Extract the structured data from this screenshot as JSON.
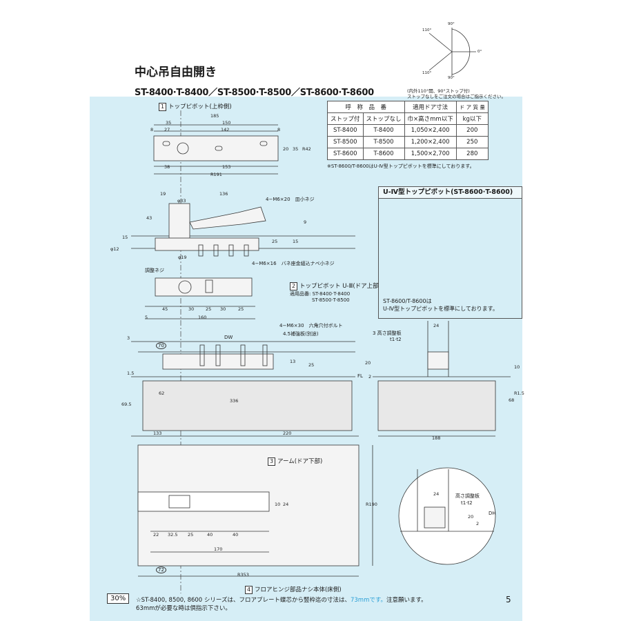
{
  "title": "中心吊自由開き",
  "subtitle": "ST-8400·T-8400／ST-8500·T-8500／ST-8600·T-8600",
  "angle_diagram": {
    "labels": [
      "90°",
      "110°",
      "0°",
      "110°",
      "90°"
    ],
    "note_line1": "(内外110°開、90°ストップ付)",
    "note_line2": "ストップなしをご注文の場合はご指示ください。"
  },
  "sections": {
    "s1": {
      "num": "1",
      "label": "トップピボット(上枠側)"
    },
    "s2": {
      "num": "2",
      "label": "トップピボット U-Ⅲ(ドア上部)",
      "applicable": "適用品番: ST-8400·T-8400",
      "applicable2": "ST-8500·T-8500"
    },
    "s3": {
      "num": "3",
      "label": "アーム(ドア下部)"
    },
    "s4": {
      "num": "4",
      "label": "フロアヒンジ部品ナシ本体(床側)"
    }
  },
  "spec_table": {
    "header1": [
      "呼　称　品　番",
      "適用ドア寸法",
      "ド ア 質 量"
    ],
    "header2": [
      "ストップ付",
      "ストップなし",
      "巾×高さmm以下",
      "kg以下"
    ],
    "rows": [
      [
        "ST-8400",
        "T-8400",
        "1,050×2,400",
        "200"
      ],
      [
        "ST-8500",
        "T-8500",
        "1,200×2,400",
        "250"
      ],
      [
        "ST-8600",
        "T-8600",
        "1,500×2,700",
        "280"
      ]
    ],
    "note": "※ST-8600/T-8600はU-Ⅳ型トップピボットを標準にしております。"
  },
  "u4": {
    "title": "U-Ⅳ型トップピボット(ST-8600·T-8600)",
    "note_line1": "ST-8600/T-8600は",
    "note_line2": "U-Ⅳ型トップピボットを標準にしております。"
  },
  "callouts": {
    "screw1": "4−M6×20　皿小ネジ",
    "screw2": "4−M6×16　バネ座金組込ナベ小ネジ",
    "adjust": "調整ネジ",
    "bolt": "4−M6×30　六角穴付ボルト",
    "reinforce": "4.5補強板(別途)",
    "shim": "3 高さ調整板",
    "shim2": "t1·t2",
    "shim3": "高さ調整板",
    "shim4": "t1·t2",
    "dw": "DW",
    "fl": "FL",
    "dh": "DH",
    "c70": "70",
    "c72": "72"
  },
  "dims": {
    "d185": "185",
    "d35": "35",
    "d150": "150",
    "d8a": "8",
    "d27": "27",
    "d142": "142",
    "d8b": "8",
    "d20": "20",
    "d35b": "35",
    "r42": "R42",
    "d38": "38",
    "d153": "153",
    "r191": "R191",
    "d19": "19",
    "phi33": "φ33",
    "d136": "136",
    "d43": "43",
    "d15": "15",
    "phi12": "φ12",
    "d9": "9",
    "d25": "25",
    "d15b": "15",
    "phi19": "φ19",
    "d45": "45",
    "d30": "30",
    "d25b": "25",
    "d30b": "30",
    "d25c": "25",
    "d160": "160",
    "d5": "5",
    "d3": "3",
    "d13": "13",
    "d25d": "25",
    "d1_5": "1.5",
    "d62": "62",
    "d336": "336",
    "d69_5": "69.5",
    "d24": "24",
    "d20b": "20",
    "d10": "10",
    "d2": "2",
    "d68": "68",
    "r1_5": "R1.5",
    "d188": "188",
    "d133": "133",
    "d220": "220",
    "r190": "R190",
    "d10b": "10",
    "d24b": "24",
    "d22": "22",
    "d32_5": "32.5",
    "d25e": "25",
    "d40": "40",
    "d40b": "40",
    "d170": "170",
    "r353": "R353",
    "d24c": "24",
    "d20c": "20",
    "d2b": "2"
  },
  "footer": {
    "percent": "30%",
    "note_a": "☆ST-8400, 8500, 8600 シリーズは、フロアプレート蝶芯から竪枠迄の寸法は、",
    "note_hl": "73mmです。",
    "note_b": "注意願います。",
    "note_line2": "63mmが必要な時は倶指示下さい。",
    "page": "5"
  }
}
